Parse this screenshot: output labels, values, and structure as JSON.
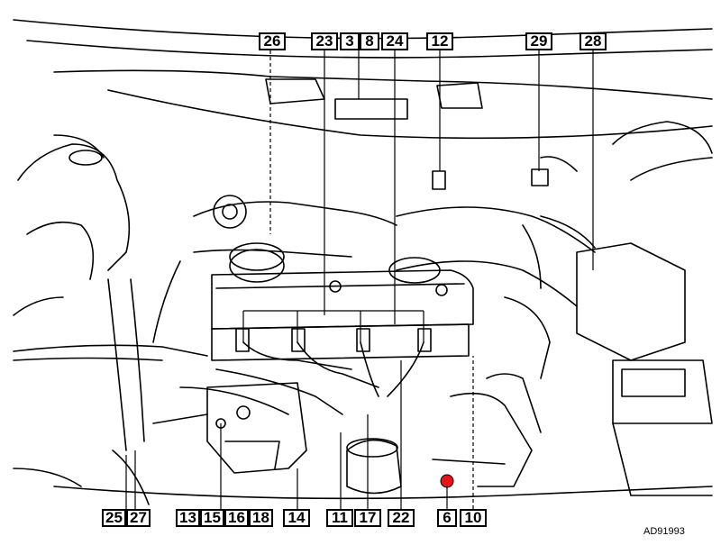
{
  "diagram": {
    "callouts_top": [
      "26",
      "23",
      "3",
      "8",
      "24",
      "12",
      "29",
      "28"
    ],
    "callouts_bottom": [
      "25",
      "27",
      "13",
      "15",
      "16",
      "18",
      "14",
      "11",
      "17",
      "22",
      "6",
      "10"
    ],
    "reference_code": "AD91993",
    "colors": {
      "line": "#000000",
      "background": "#ffffff",
      "marker": "#e8141b"
    }
  }
}
